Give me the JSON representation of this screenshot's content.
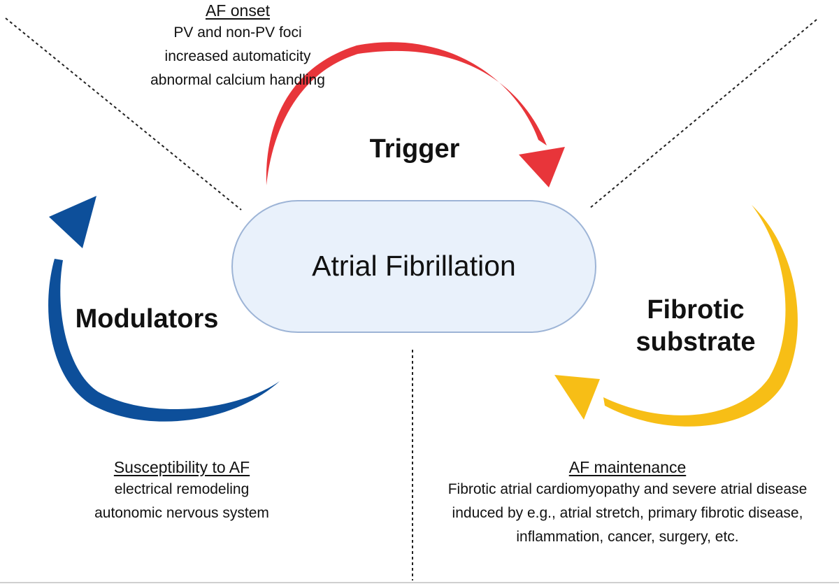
{
  "center": {
    "label": "Atrial Fibrillation"
  },
  "trigger": {
    "label": "Trigger",
    "heading": "AF onset",
    "lines": [
      "PV and non-PV foci",
      "increased automaticity",
      "abnormal calcium handling"
    ]
  },
  "substrate": {
    "label_line1": "Fibrotic",
    "label_line2": "substrate",
    "heading": "AF maintenance",
    "lines": [
      "Fibrotic atrial cardiomyopathy and severe atrial disease",
      "induced by e.g., atrial stretch, primary fibrotic disease,",
      "inflammation, cancer, surgery, etc."
    ]
  },
  "modulators": {
    "label": "Modulators",
    "heading": "Susceptibility to AF",
    "lines": [
      "electrical remodeling",
      "autonomic nervous system"
    ]
  },
  "colors": {
    "trigger_arrow": "#e8353a",
    "substrate_arrow": "#f7be16",
    "modulators_arrow": "#0d4f9a",
    "center_fill": "#e9f1fb",
    "center_stroke": "#9db4d6"
  }
}
